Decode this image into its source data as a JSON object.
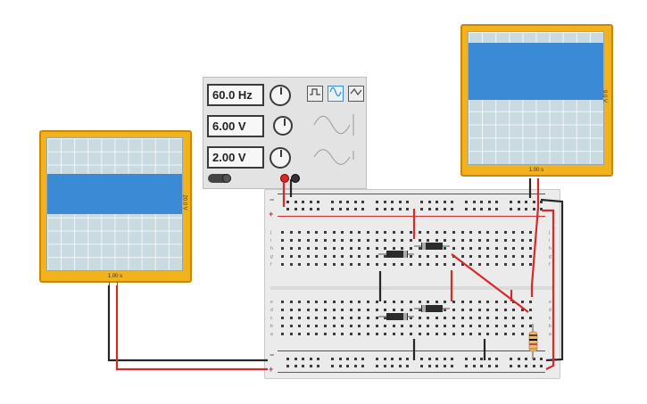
{
  "scope_left": {
    "time_label": "1.00 s",
    "volt_label": "20.0 V",
    "signal_color": "#3a8ad6"
  },
  "scope_right": {
    "time_label": "1.00 s",
    "volt_label": "9.0 V",
    "signal_color": "#3a8ad6"
  },
  "function_generator": {
    "frequency": "60.0 Hz",
    "amplitude": "6.00 V",
    "dc_offset": "2.00 V",
    "waveforms": [
      "square-wave-icon",
      "sine-wave-icon",
      "triangle-wave-icon"
    ],
    "selected_waveform": "sine"
  },
  "breadboard": {
    "plus_sign": "+",
    "minus_sign": "−",
    "row_letters_top": [
      "j",
      "i",
      "h",
      "g",
      "f"
    ],
    "row_letters_bottom": [
      "e",
      "d",
      "c",
      "b",
      "a"
    ],
    "wire_colors": {
      "positive": "#d62a2a",
      "ground": "#262626"
    }
  }
}
